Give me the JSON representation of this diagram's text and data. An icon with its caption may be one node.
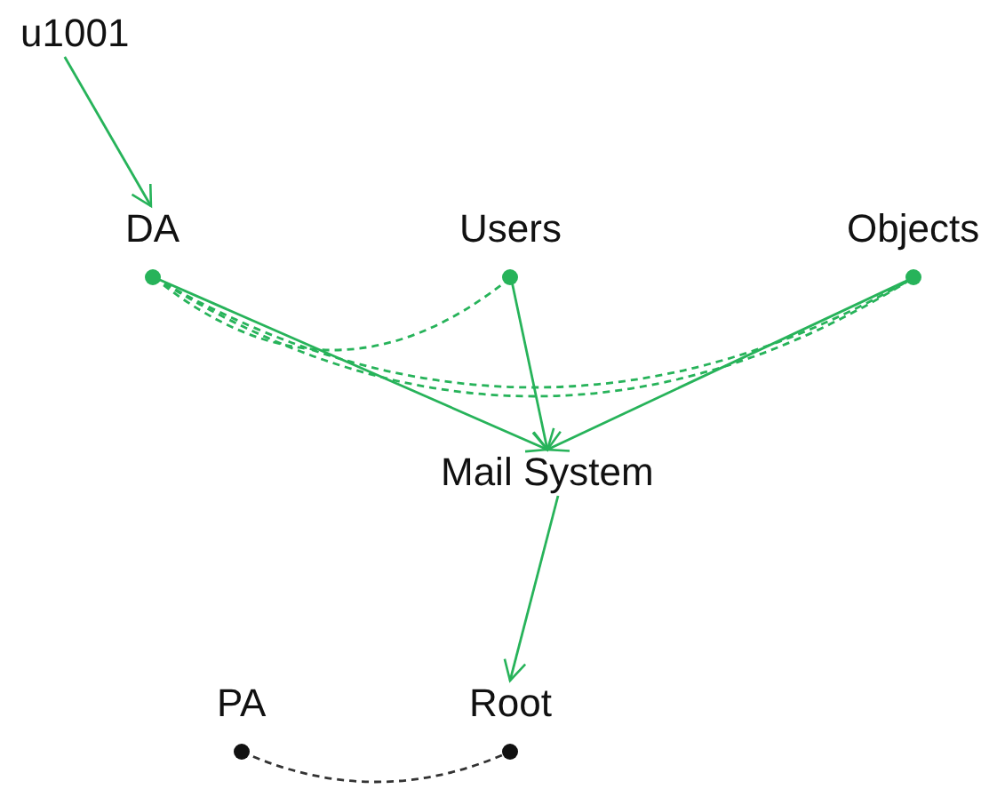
{
  "diagram": {
    "nodes": [
      {
        "text": [
          "u1001"
        ]
      },
      {
        "text": [
          "DA"
        ]
      },
      {
        "text": [
          "Users"
        ]
      },
      {
        "text": [
          "Objects"
        ]
      },
      {
        "text": [
          "Mail System"
        ]
      },
      {
        "text": [
          "PA"
        ]
      },
      {
        "text": [
          "Root"
        ]
      }
    ],
    "edges": [
      {
        "from": 0,
        "to": 1,
        "arrow": "to"
      },
      {
        "from": 1,
        "to": 4,
        "arrow": "to"
      },
      {
        "from": 2,
        "to": 4,
        "arrow": "to"
      },
      {
        "from": 3,
        "to": 4,
        "arrow": "to"
      },
      {
        "from": 1,
        "to": 2,
        "arrow": "none",
        "style": "dashed"
      },
      {
        "from": 1,
        "to": 3,
        "arrow": "none",
        "style": "dashed"
      },
      {
        "from": 1,
        "to": 3,
        "arrow": "none",
        "style": "dashed"
      },
      {
        "from": 4,
        "to": 6,
        "arrow": "to"
      },
      {
        "from": 5,
        "to": 6,
        "arrow": "none",
        "style": "dashed",
        "color": "#333333"
      }
    ]
  }
}
